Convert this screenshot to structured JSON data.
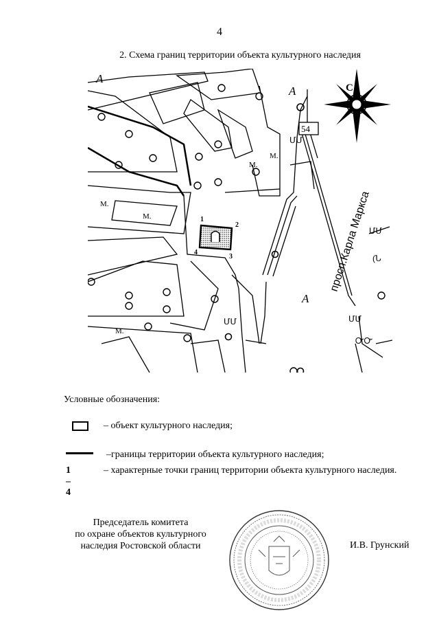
{
  "page_number": "4",
  "title": "2. Схема границ территории объекта культурного наследия",
  "map": {
    "compass_label": "С",
    "street_label": "просп.Карла Маркса",
    "house_number": "54",
    "zone_letter": "А",
    "school_label": "М.",
    "point_labels": [
      "1",
      "2",
      "3",
      "4"
    ]
  },
  "legend": {
    "title": "Условные обозначения:",
    "items": [
      {
        "symbol": "rect",
        "text": "– объект культурного наследия;"
      },
      {
        "symbol": "line",
        "text": "–границы территории объекта культурного наследия;"
      },
      {
        "symbol": "text",
        "symbol_text": "1 –4",
        "text": "– характерные точки границ территории объекта культурного наследия."
      }
    ]
  },
  "signature": {
    "position_lines": [
      "Председатель комитета",
      "по охране объектов культурного",
      "наследия Ростовской области"
    ],
    "name": "И.В. Грунский"
  }
}
